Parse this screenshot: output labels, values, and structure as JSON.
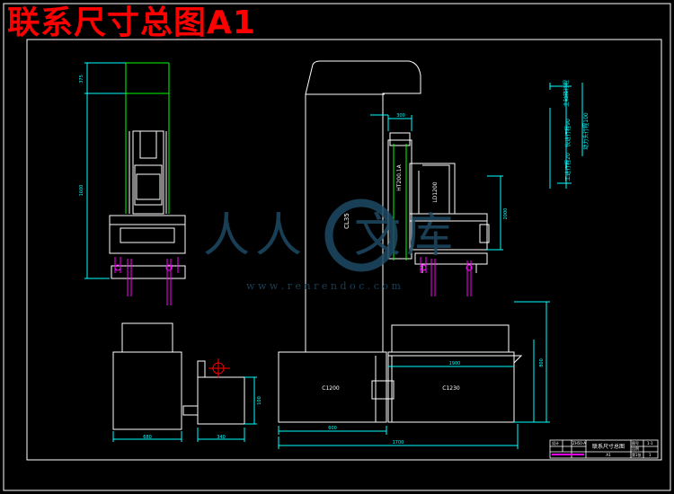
{
  "title": "联系尺寸总图A1",
  "watermark": {
    "chars": [
      "人",
      "人",
      "文",
      "库"
    ],
    "url": "w w w . r e n r e n d o c . c o m"
  },
  "labels": {
    "column_label": "CL35",
    "upper_unit_label": "HT200.1A",
    "spindle_box_label": "LD1200",
    "base_left": "C1200",
    "base_right": "C1230"
  },
  "dims": {
    "left_top": "375",
    "left_height": "1600",
    "top_width": "300",
    "right_height": "2000",
    "base_width_1": "680",
    "base_width_2": "340",
    "mid_width": "1900",
    "lower_width": "600",
    "overall_width": "1700",
    "vertical_right": "800",
    "side_height": "100"
  },
  "notes": {
    "note1": "主轴箱行程",
    "note2": "动力头行程100",
    "note3": "快进行程90",
    "note4": "工进行程20"
  },
  "title_block": {
    "r1c1": "设计",
    "r1c2": "ZH50-A",
    "drawing_name": "联系尺寸总图",
    "r1c4": "图号",
    "r1c5": "1-1",
    "r2c4": "比例",
    "r3c2": "A1",
    "r3c4": "第1张",
    "r3c5": "1"
  },
  "colors": {
    "background": "#000000",
    "title": "#ff0000",
    "outline": "#ffffff",
    "dimension": "#00ffff",
    "guard": "#00ff00",
    "fixture": "#ff00ff",
    "watermark": "#1e4a66"
  }
}
